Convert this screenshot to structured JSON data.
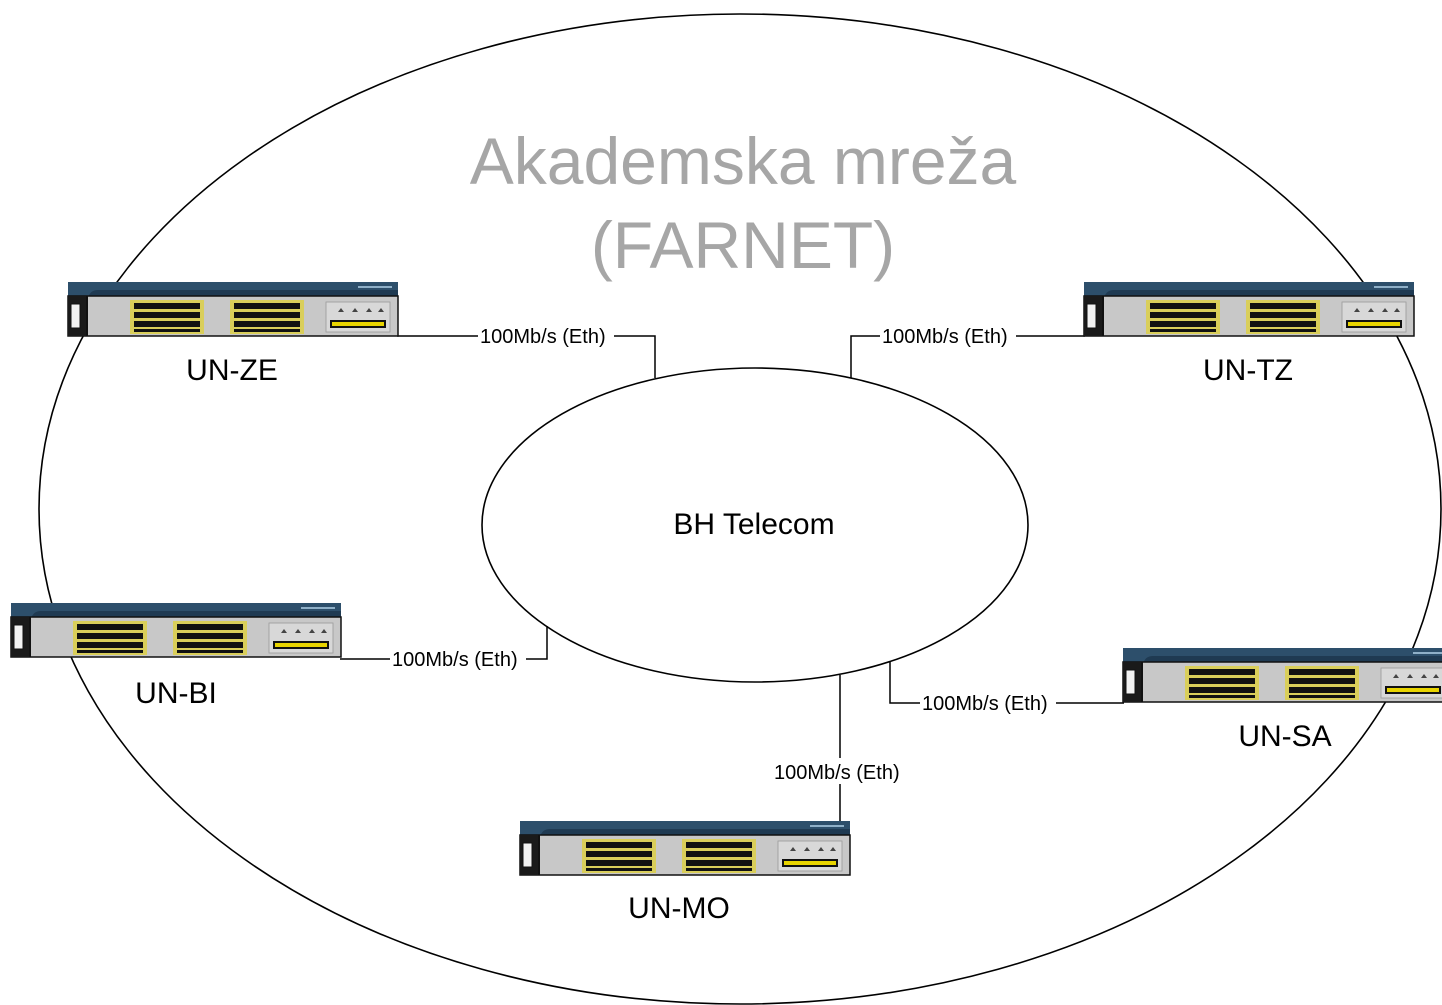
{
  "diagram": {
    "title_line1": "Akademska mreža",
    "title_line2": "(FARNET)",
    "core": {
      "label": "BH Telecom"
    },
    "nodes": [
      {
        "id": "ze",
        "label": "UN-ZE",
        "link_label": "100Mb/s (Eth)"
      },
      {
        "id": "tz",
        "label": "UN-TZ",
        "link_label": "100Mb/s (Eth)"
      },
      {
        "id": "bi",
        "label": "UN-BI",
        "link_label": "100Mb/s (Eth)"
      },
      {
        "id": "sa",
        "label": "UN-SA",
        "link_label": "100Mb/s (Eth)"
      },
      {
        "id": "mo",
        "label": "UN-MO",
        "link_label": "100Mb/s (Eth)"
      }
    ],
    "icon": "network-switch-icon",
    "colors": {
      "title": "#a6a6a6",
      "switch_top": "#1f3a52",
      "switch_body": "#c8c8c8",
      "port_accent": "#d9c400"
    }
  }
}
